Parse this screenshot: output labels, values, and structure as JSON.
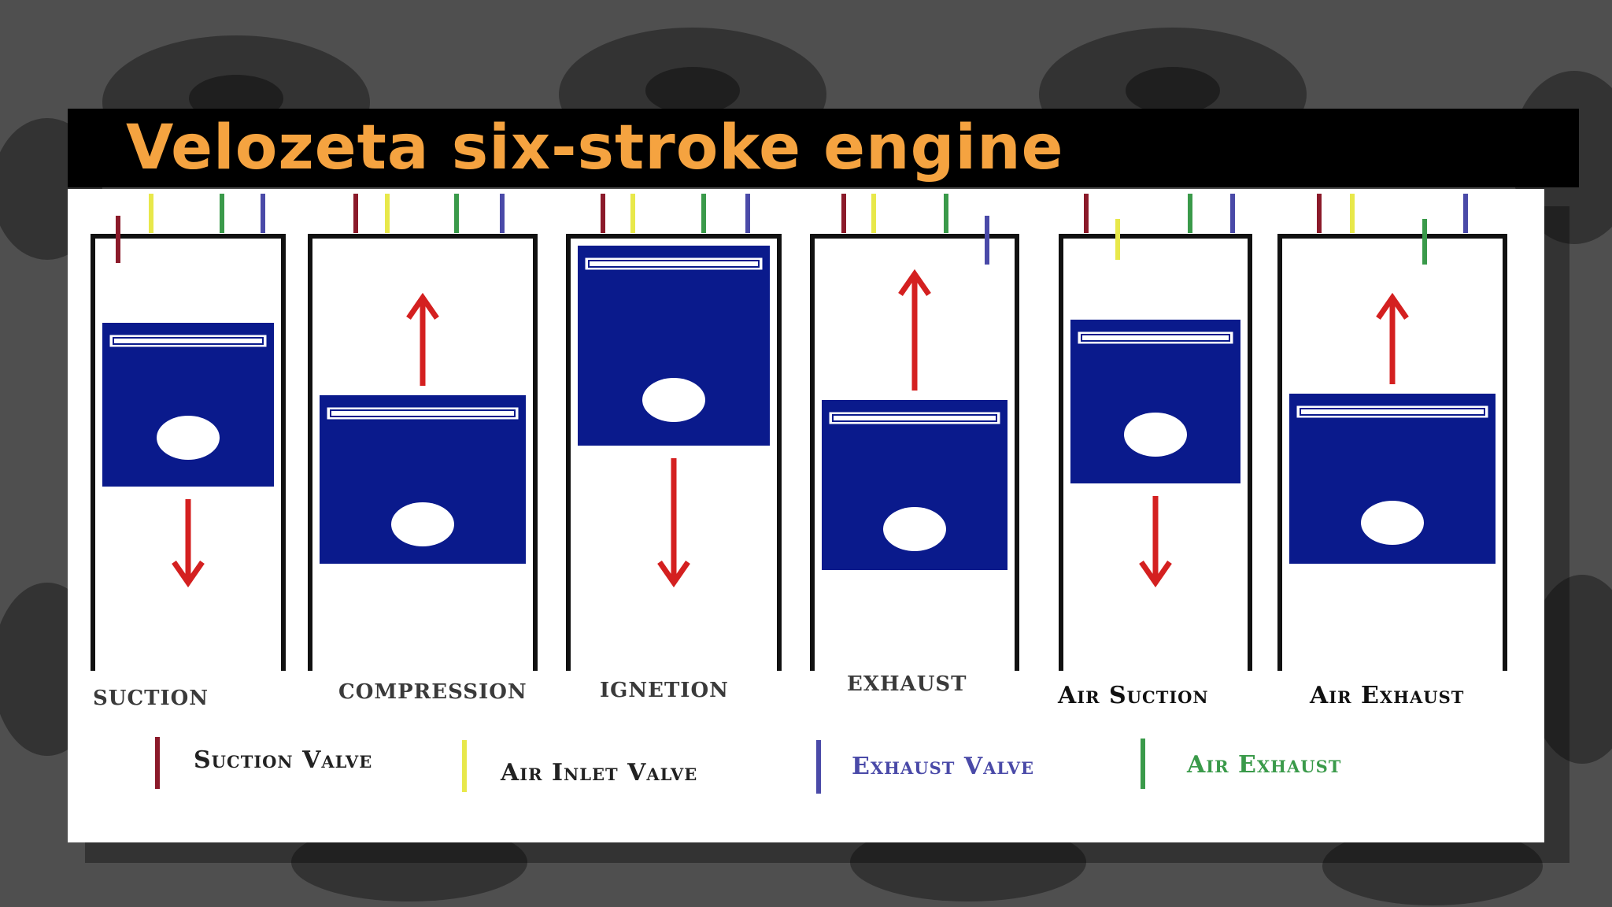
{
  "slide": {
    "title": "Velozeta six-stroke engine"
  },
  "colors": {
    "background": "#4f4f4f",
    "title_bar": "#000000",
    "title_text": "#f5a340",
    "piston": "#0a1a8c",
    "arrow": "#d42020",
    "cylinder": "#111111",
    "suction_valve": "#8b1a2a",
    "air_inlet_valve": "#e8e84a",
    "exhaust_valve": "#4a4aa8",
    "air_exhaust_valve": "#3a9a4a"
  },
  "diagram": {
    "stages": [
      {
        "label": "SUCTION",
        "piston": "low",
        "arrow": "down"
      },
      {
        "label": "COMPRESSION",
        "piston": "mid",
        "arrow": "up"
      },
      {
        "label": "IGNETION",
        "piston": "top",
        "arrow": "down"
      },
      {
        "label": "EXHAUST",
        "piston": "mid",
        "arrow": "up"
      },
      {
        "label": "Air Suction",
        "piston": "low",
        "arrow": "down"
      },
      {
        "label": "Air Exhaust",
        "piston": "mid",
        "arrow": "up"
      }
    ],
    "legend": [
      {
        "label": "Suction Valve",
        "color_key": "suction_valve"
      },
      {
        "label": "Air Inlet Valve",
        "color_key": "air_inlet_valve"
      },
      {
        "label": "Exhaust Valve",
        "color_key": "exhaust_valve"
      },
      {
        "label": "Air Exhaust",
        "color_key": "air_exhaust_valve"
      }
    ]
  }
}
